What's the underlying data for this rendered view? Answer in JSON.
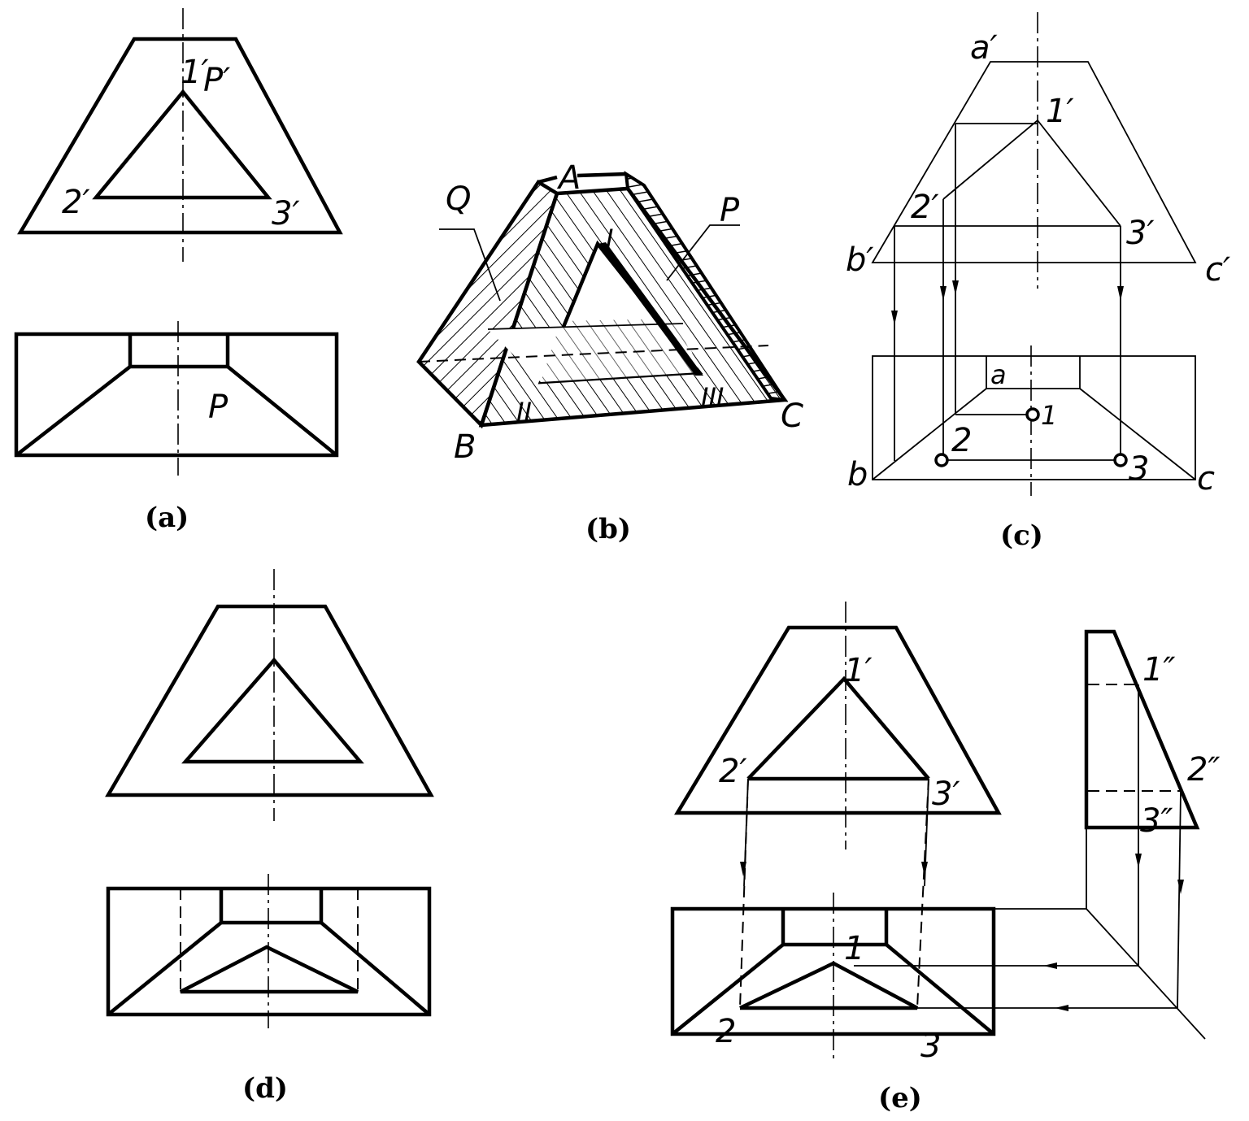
{
  "captions": {
    "a": "(a)",
    "b": "(b)",
    "c": "(c)",
    "d": "(d)",
    "e": "(e)"
  },
  "fig_a": {
    "p1": "1′",
    "pP": "P′",
    "p2": "2′",
    "p3": "3′",
    "P": "P"
  },
  "fig_b": {
    "Q": "Q",
    "A": "A",
    "P": "P",
    "I": "I",
    "II": "II",
    "III": "III",
    "B": "B",
    "C": "C"
  },
  "fig_c": {
    "a1": "a′",
    "b1": "b′",
    "c1": "c′",
    "p1": "1′",
    "p2": "2′",
    "p3": "3′",
    "a": "a",
    "b": "b",
    "c": "c",
    "n1": "1",
    "n2": "2",
    "n3": "3"
  },
  "fig_e": {
    "p1": "1′",
    "p2": "2′",
    "p3": "3′",
    "pp1": "1″",
    "pp2": "2″",
    "pp3": "3″",
    "n1": "1",
    "n2": "2",
    "n3": "3"
  }
}
